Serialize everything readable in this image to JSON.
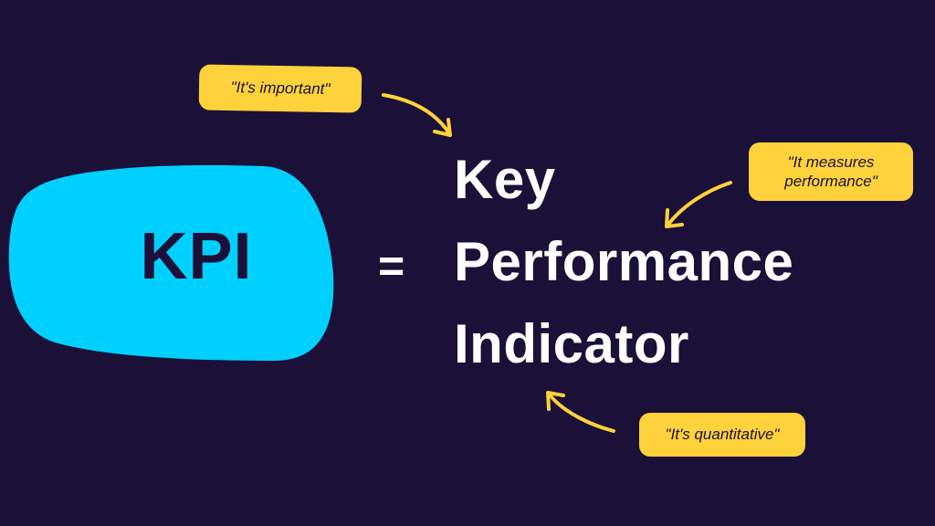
{
  "colors": {
    "background": "#1a1038",
    "blob": "#00d0ff",
    "note": "#fdd23a",
    "text": "#ffffff"
  },
  "acronym": "KPI",
  "equals": "=",
  "expansion": [
    "Key",
    "Performance",
    "Indicator"
  ],
  "notes": {
    "important": "\"It's important\"",
    "measures": "\"It measures performance\"",
    "quantitative": "\"It's quantitative\""
  }
}
